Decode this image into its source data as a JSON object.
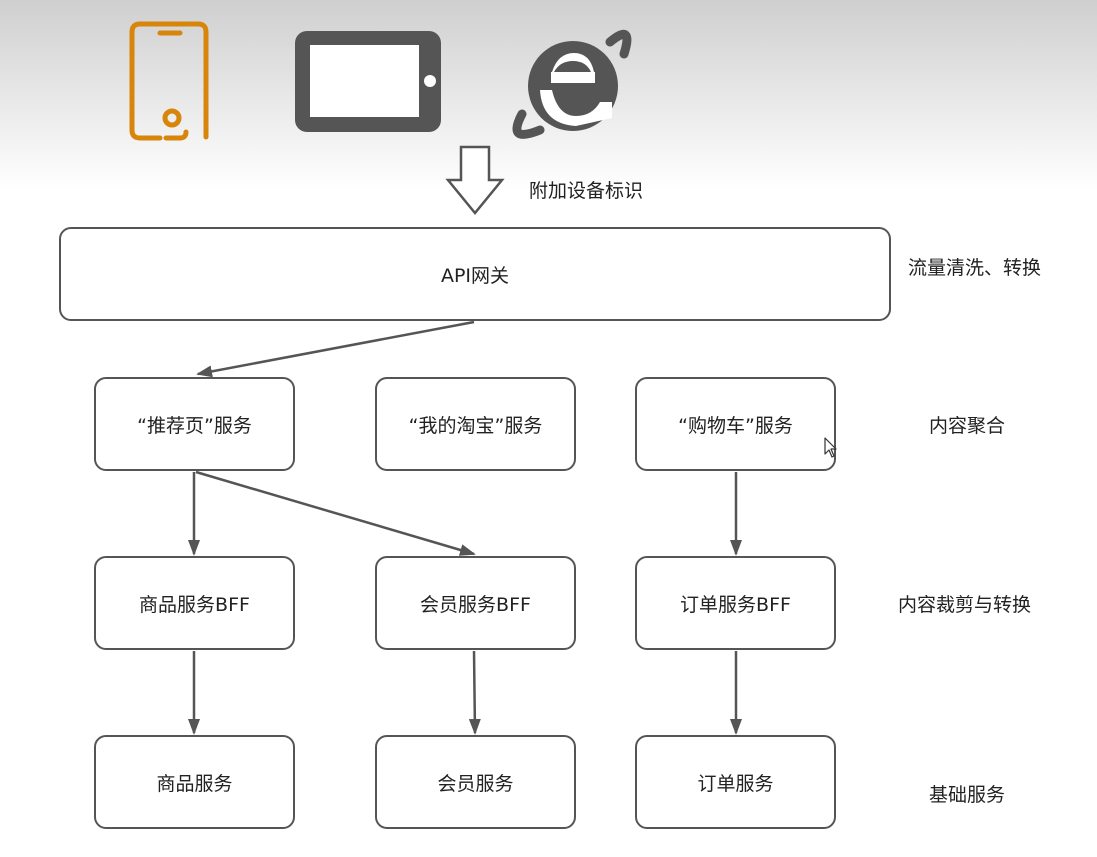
{
  "devices": {
    "phone_icon": "phone-icon",
    "tablet_icon": "tablet-icon",
    "browser_icon": "ie-browser-icon",
    "phone_color": "#d8860b",
    "tablet_color": "#555555",
    "browser_color": "#555555"
  },
  "device_arrow_label": "附加设备标识",
  "gateway": {
    "label": "API网关",
    "note": "流量清洗、转换"
  },
  "aggregation": {
    "note": "内容聚合",
    "services": [
      "“推荐页”服务",
      "“我的淘宝”服务",
      "“购物车”服务"
    ]
  },
  "bff": {
    "note": "内容裁剪与转换",
    "services": [
      "商品服务BFF",
      "会员服务BFF",
      "订单服务BFF"
    ]
  },
  "base": {
    "note": "基础服务",
    "services": [
      "商品服务",
      "会员服务",
      "订单服务"
    ]
  },
  "colors": {
    "border": "#555555",
    "arrow": "#555555",
    "accent": "#d8860b"
  }
}
